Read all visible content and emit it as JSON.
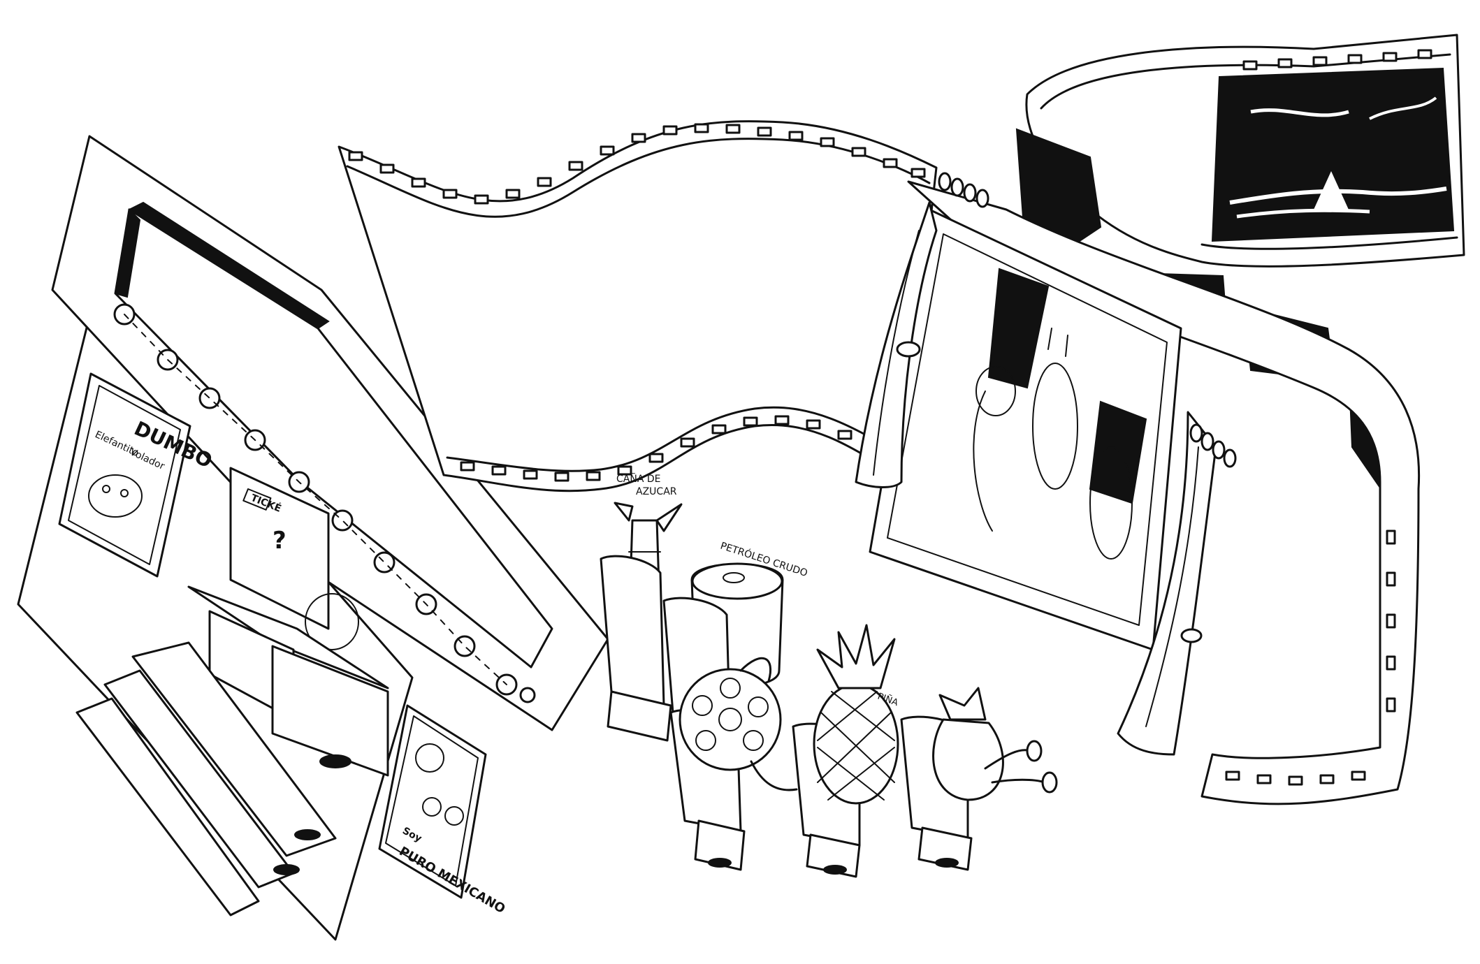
{
  "illustration": {
    "style": "black ink line drawing on white",
    "colors": {
      "ink": "#111111",
      "paper": "#ffffff"
    }
  },
  "posters": {
    "dumbo": {
      "title": "DUMBO",
      "subtitle_line1": "Elefantito",
      "subtitle_line2": "Volador"
    },
    "mexicano": {
      "line1": "Soy",
      "line2": "PURO MEXICANO"
    }
  },
  "booth": {
    "sign": "TICKÉ",
    "mark": "?"
  },
  "marquee": {
    "bulb_count": 11
  },
  "audience_labels": {
    "cane": "CAÑA DE",
    "cane_line2": "AZUCAR",
    "oil": "PETRÓLEO CRUDO",
    "pineapple": "PIÑA"
  }
}
